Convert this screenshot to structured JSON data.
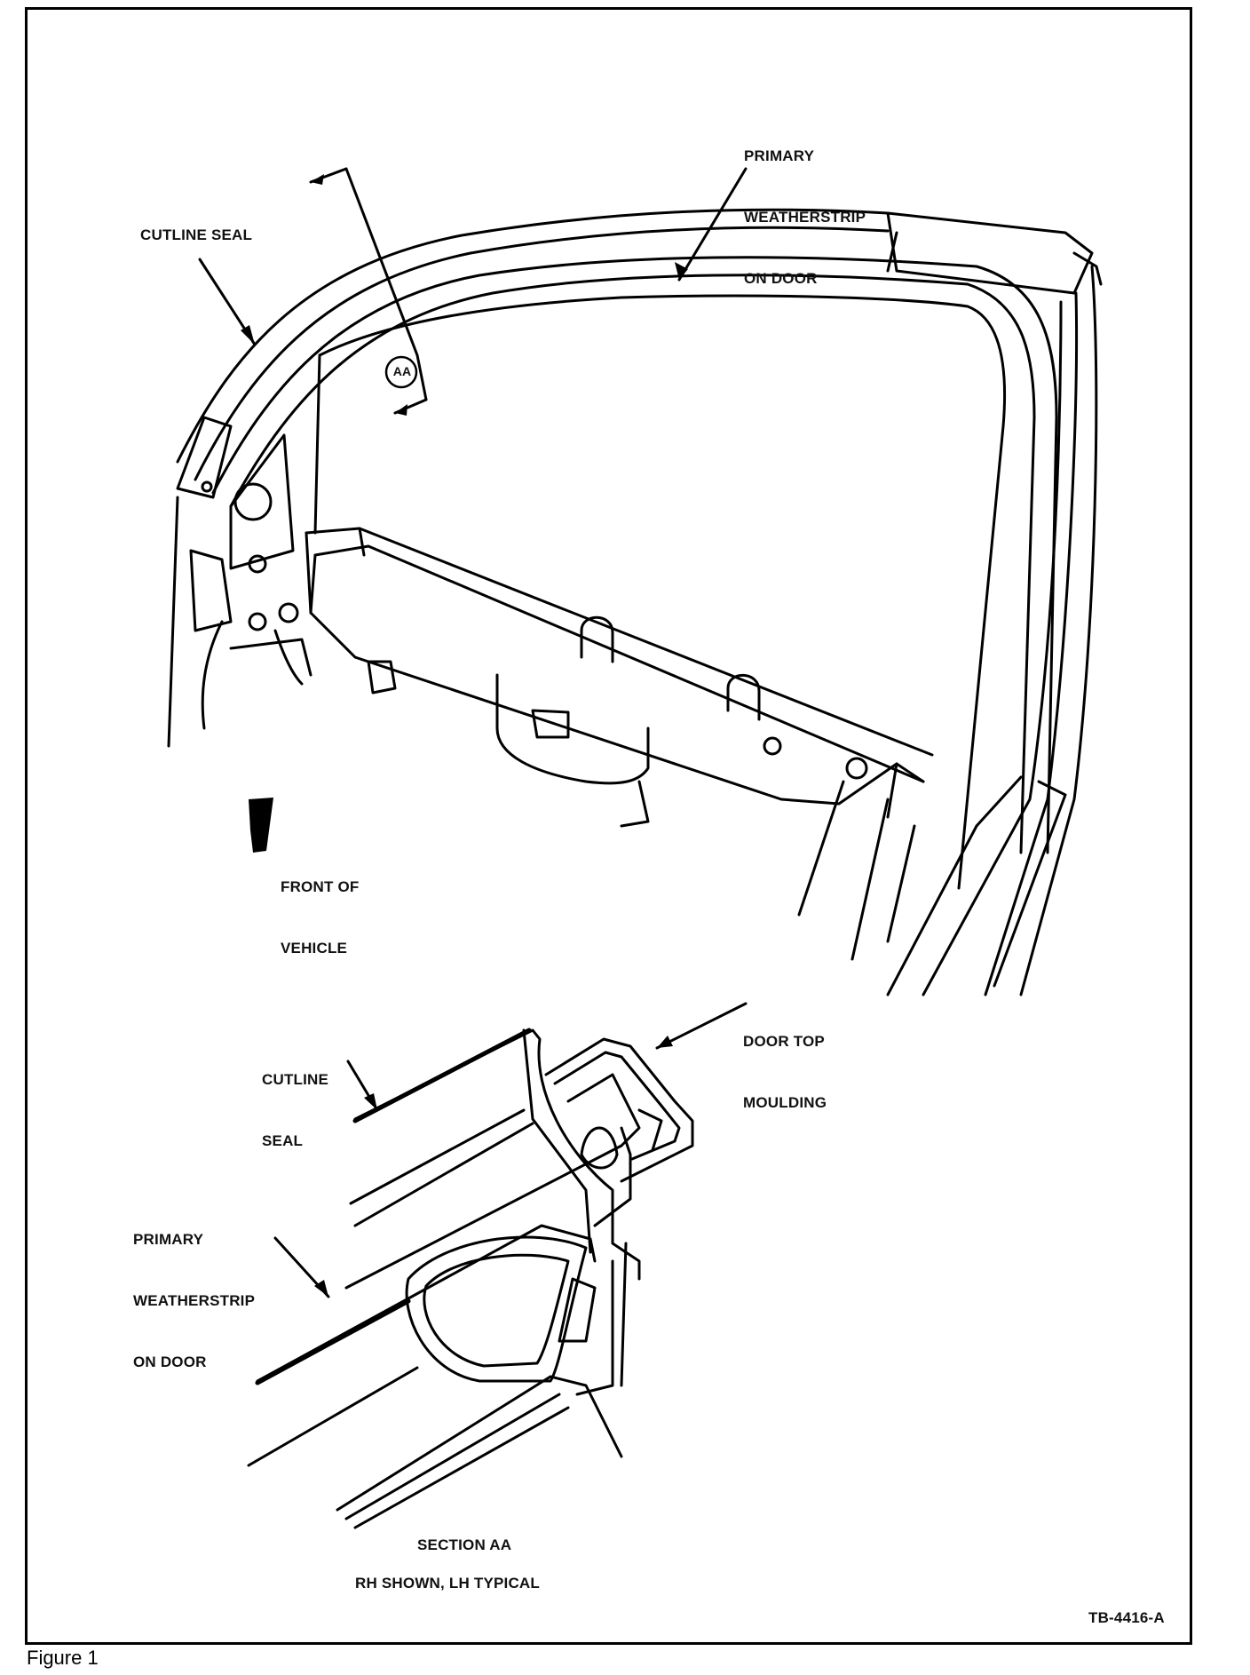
{
  "labels": {
    "top_weatherstrip": [
      "PRIMARY",
      "WEATHERSTRIP",
      "ON DOOR"
    ],
    "top_cutline": "CUTLINE SEAL",
    "section_marker": "AA",
    "front_of_vehicle": [
      "FRONT OF",
      "VEHICLE"
    ],
    "door_top_moulding": [
      "DOOR TOP",
      "MOULDING"
    ],
    "sec_cutline": [
      "CUTLINE",
      "SEAL"
    ],
    "sec_weatherstrip": [
      "PRIMARY",
      "WEATHERSTRIP",
      "ON DOOR"
    ],
    "section_title": "SECTION AA",
    "section_note": "RH SHOWN, LH TYPICAL",
    "drawing_number": "TB-4416-A"
  },
  "caption": "Figure 1"
}
